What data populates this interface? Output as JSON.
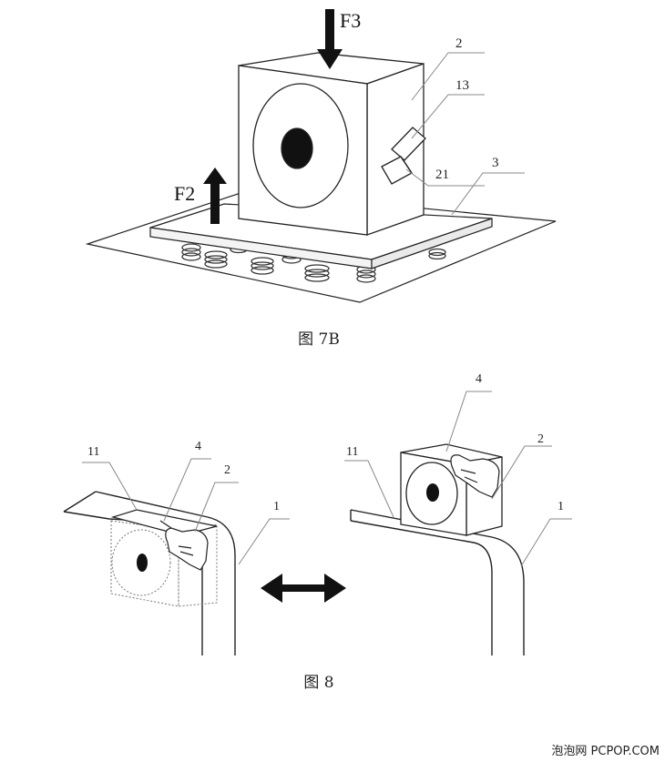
{
  "fig7b": {
    "caption": "图 7B",
    "force_top": "F3",
    "force_left": "F2",
    "labels": {
      "camera": "2",
      "part13": "13",
      "part21": "21",
      "plate": "3"
    }
  },
  "fig8": {
    "caption": "图 8",
    "left": {
      "frame": "11",
      "finger": "4",
      "camera": "2",
      "body": "1"
    },
    "right": {
      "finger": "4",
      "camera": "2",
      "frame": "11",
      "body": "1"
    }
  },
  "watermark": "泡泡网 PCPOP.COM"
}
